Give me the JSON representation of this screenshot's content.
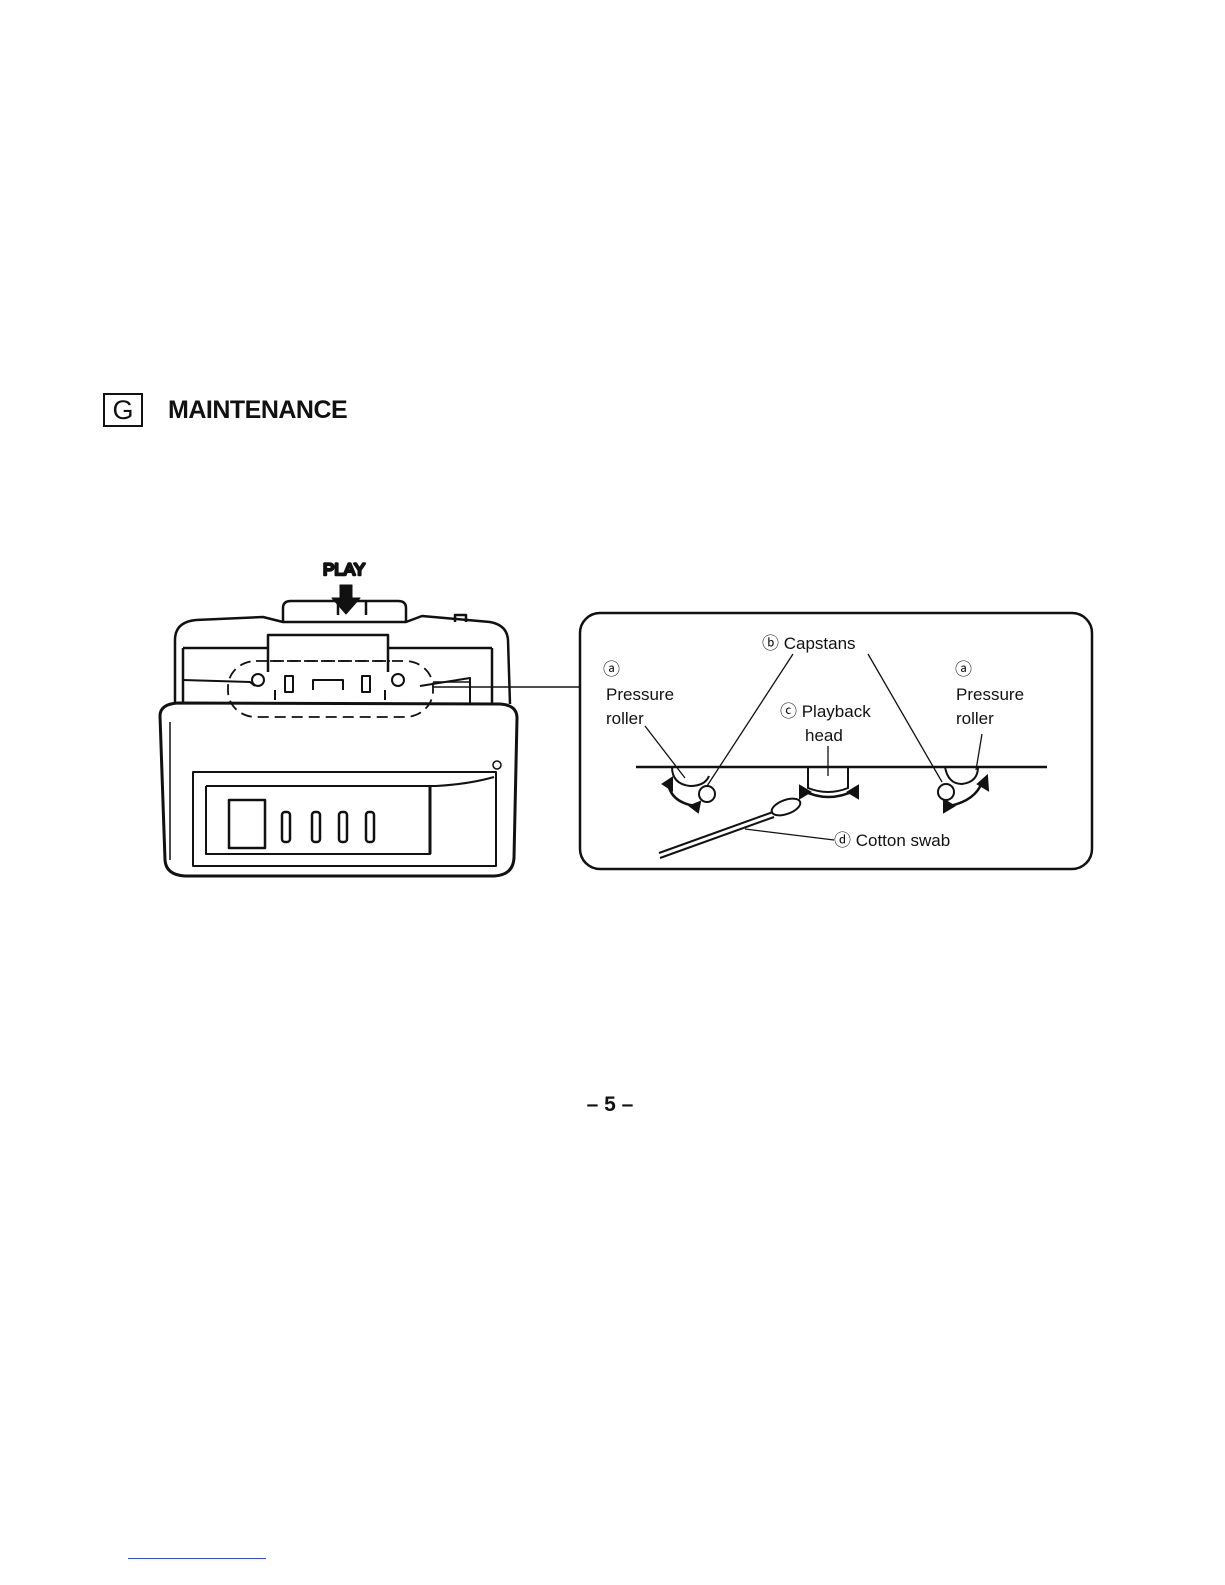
{
  "section": {
    "letter": "G",
    "title": "MAINTENANCE"
  },
  "figure": {
    "device_label": "PLAY",
    "callouts": {
      "left_marker": "ⓐ",
      "left_line1": "Pressure",
      "left_line2": "roller",
      "capstans": "ⓑ Capstans",
      "playback_line1": "ⓒ Playback",
      "playback_line2": "head",
      "right_marker": "ⓐ",
      "right_line1": "Pressure",
      "right_line2": "roller",
      "swab": "ⓓ Cotton swab"
    }
  },
  "page_number": "– 5 –"
}
